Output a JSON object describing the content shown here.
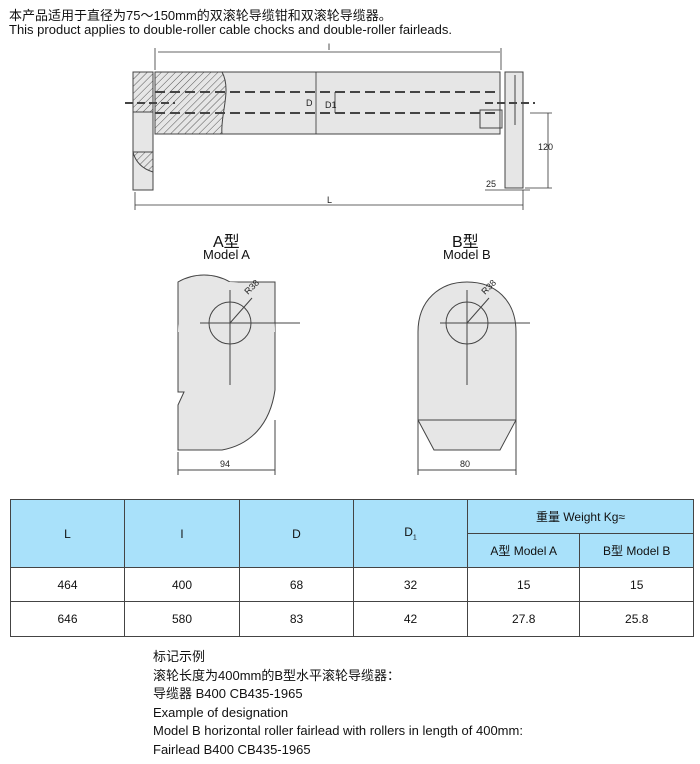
{
  "intro": {
    "cn": "本产品适用于直径为75～150mm的双滚轮导缆钳和双滚轮导缆器。",
    "en": "This product applies to double-roller cable chocks and double-roller fairleads."
  },
  "drawing": {
    "dim_l": "l",
    "dim_L": "L",
    "dim_D": "D",
    "dim_D1": "D1",
    "dim_120": "120",
    "dim_25": "25"
  },
  "models": [
    {
      "title": "A型",
      "subtitle": "Model A",
      "radius": "R38",
      "width": "94"
    },
    {
      "title": "B型",
      "subtitle": "Model B",
      "radius": "R38",
      "width": "80"
    }
  ],
  "table": {
    "headers": {
      "L": "L",
      "l": "l",
      "D": "D",
      "D1": "D",
      "D1_sub": "1",
      "weight": "重量 Weight Kg≈",
      "modelA": "A型 Model A",
      "modelB": "B型 Model B"
    },
    "rows": [
      [
        "464",
        "400",
        "68",
        "32",
        "15",
        "15"
      ],
      [
        "646",
        "580",
        "83",
        "42",
        "27.8",
        "25.8"
      ]
    ]
  },
  "notes": [
    "标记示例",
    "滚轮长度为400mm的B型水平滚轮导缆器：",
    "导缆器 B400 CB435-1965",
    "Example of designation",
    "Model B horizontal roller fairlead with rollers in length of 400mm:",
    "Fairlead B400 CB435-1965"
  ]
}
